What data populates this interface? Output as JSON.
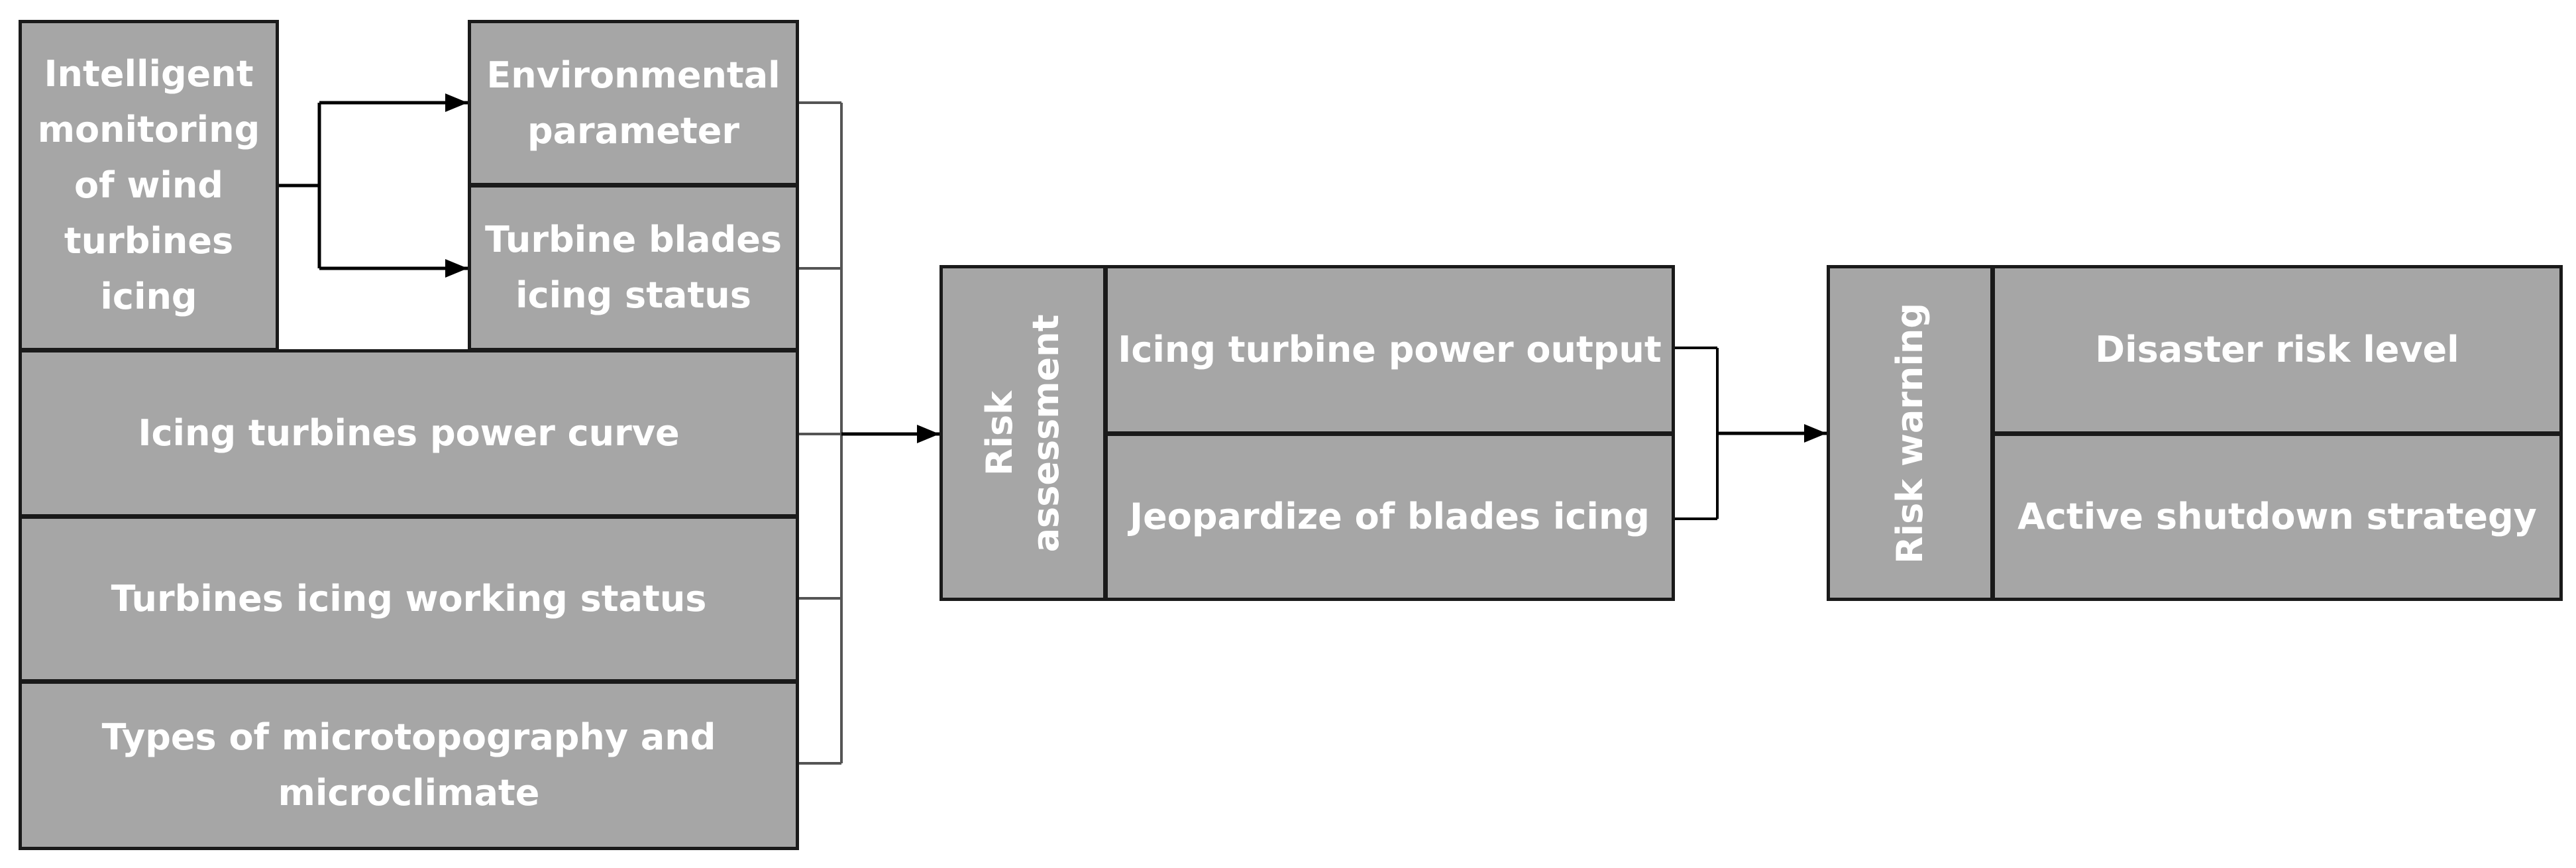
{
  "diagram": {
    "inputs": {
      "intelligent_monitoring": "Intelligent monitoring of wind turbines icing",
      "environmental_parameter": "Environmental parameter",
      "blade_icing_status": "Turbine blades icing status",
      "power_curve": "Icing turbines power curve",
      "working_status": "Turbines icing working status",
      "microtopography": "Types of microtopography and microclimate"
    },
    "risk_assessment": {
      "label": "Risk assessment",
      "items": [
        "Icing turbine power output",
        "Jeopardize of blades icing"
      ]
    },
    "risk_warning": {
      "label": "Risk warning",
      "items": [
        "Disaster risk level",
        "Active shutdown strategy"
      ]
    }
  }
}
